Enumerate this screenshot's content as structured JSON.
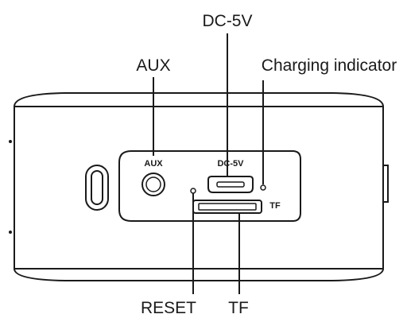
{
  "callouts": {
    "dc": "DC-5V",
    "aux": "AUX",
    "charging": "Charging indicator",
    "reset": "RESET",
    "tf": "TF"
  },
  "panel_labels": {
    "aux": "AUX",
    "dc": "DC-5V",
    "tf": "TF"
  }
}
